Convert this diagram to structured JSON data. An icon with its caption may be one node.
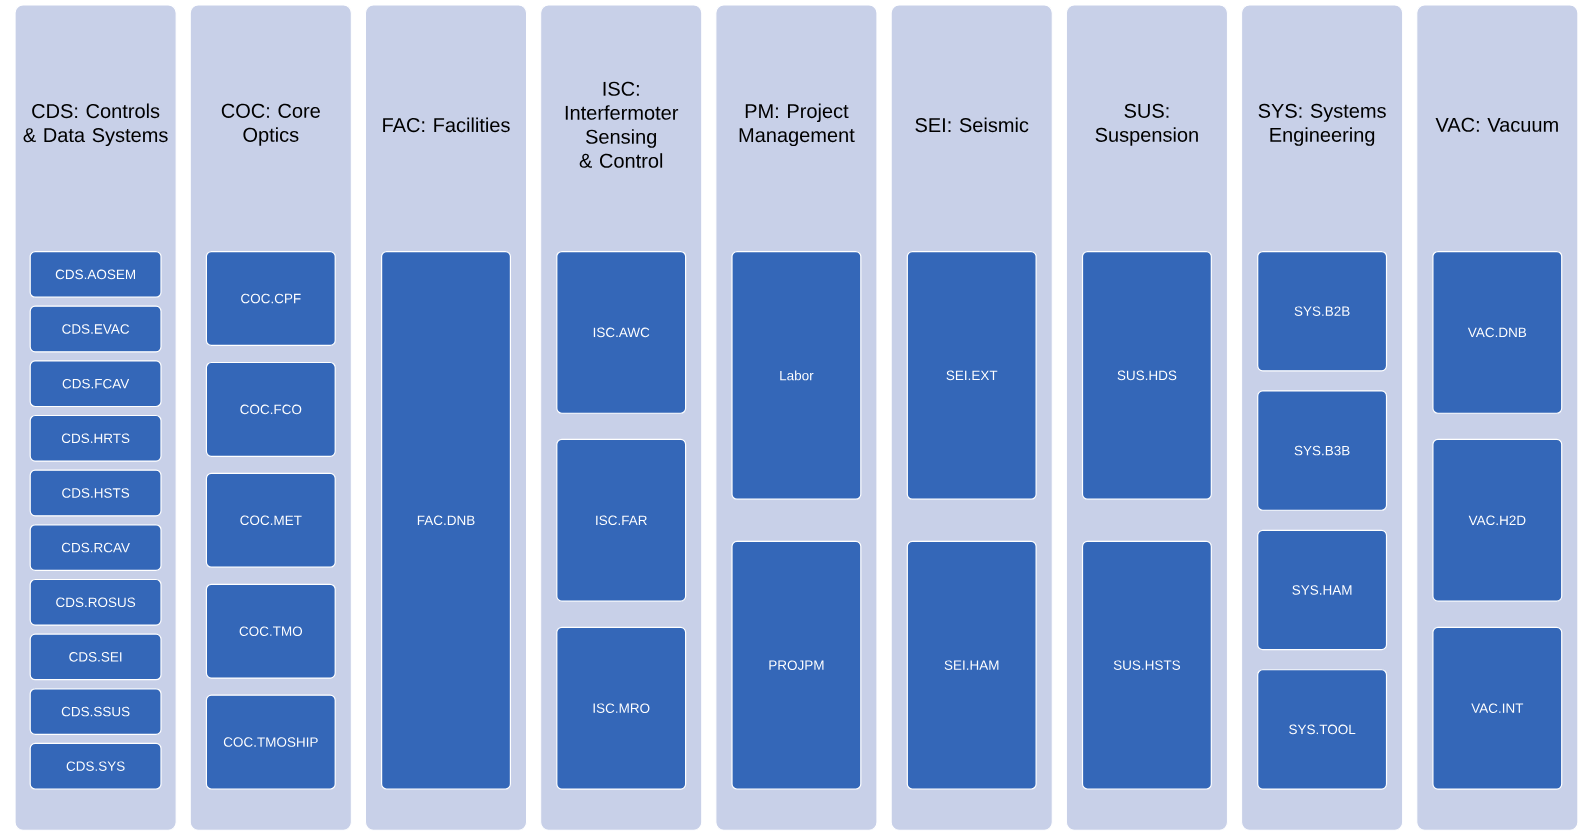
{
  "diagram": {
    "nodes": [
      {
        "text": [
          "CDS: Controls & Data Systems"
        ]
      },
      {
        "text": [
          "CDS.AOSEM"
        ],
        "in": 0
      },
      {
        "text": [
          "CDS.EVAC"
        ],
        "in": 0
      },
      {
        "text": [
          "CDS.FCAV"
        ],
        "in": 0
      },
      {
        "text": [
          "CDS.HRTS"
        ],
        "in": 0
      },
      {
        "text": [
          "CDS.HSTS"
        ],
        "in": 0
      },
      {
        "text": [
          "CDS.RCAV"
        ],
        "in": 0
      },
      {
        "text": [
          "CDS.ROSUS"
        ],
        "in": 0
      },
      {
        "text": [
          "CDS.SEI"
        ],
        "in": 0
      },
      {
        "text": [
          "CDS.SSUS"
        ],
        "in": 0
      },
      {
        "text": [
          "CDS.SYS"
        ],
        "in": 0
      },
      {
        "text": [
          "COC: Core Optics"
        ]
      },
      {
        "text": [
          "COC.CPF"
        ],
        "in": 11
      },
      {
        "text": [
          "COC.FCO"
        ],
        "in": 11
      },
      {
        "text": [
          "COC.MET"
        ],
        "in": 11
      },
      {
        "text": [
          "COC.TMO"
        ],
        "in": 11
      },
      {
        "text": [
          "COC.TMOSHIP"
        ],
        "in": 11
      },
      {
        "text": [
          "FAC: Facilities"
        ]
      },
      {
        "text": [
          "FAC.DNB"
        ],
        "in": 17
      },
      {
        "text": [
          "ISC: Interfermoter Sensing & Control"
        ]
      },
      {
        "text": [
          "ISC.AWC"
        ],
        "in": 19
      },
      {
        "text": [
          "ISC.FAR"
        ],
        "in": 19
      },
      {
        "text": [
          "ISC.MRO"
        ],
        "in": 19
      },
      {
        "text": [
          "PM: Project Management"
        ]
      },
      {
        "text": [
          "Labor"
        ],
        "in": 23
      },
      {
        "text": [
          "PROJPM"
        ],
        "in": 23
      },
      {
        "text": [
          "SEI: Seismic"
        ]
      },
      {
        "text": [
          "SEI.EXT"
        ],
        "in": 26
      },
      {
        "text": [
          "SEI.HAM"
        ],
        "in": 26
      },
      {
        "text": [
          "SUS: Suspension"
        ]
      },
      {
        "text": [
          "SUS.HDS"
        ],
        "in": 29
      },
      {
        "text": [
          "SUS.HSTS"
        ],
        "in": 29
      },
      {
        "text": [
          "SYS: Systems Engineering"
        ]
      },
      {
        "text": [
          "SYS.B2B"
        ],
        "in": 32
      },
      {
        "text": [
          "SYS.B3B"
        ],
        "in": 32
      },
      {
        "text": [
          "SYS.HAM"
        ],
        "in": 32
      },
      {
        "text": [
          "SYS.TOOL"
        ],
        "in": 32
      },
      {
        "text": [
          "VAC: Vacuum"
        ]
      },
      {
        "text": [
          "VAC.DNB"
        ],
        "in": 37
      },
      {
        "text": [
          "VAC.H2D"
        ],
        "in": 37
      },
      {
        "text": [
          "VAC.INT"
        ],
        "in": 37
      }
    ]
  }
}
